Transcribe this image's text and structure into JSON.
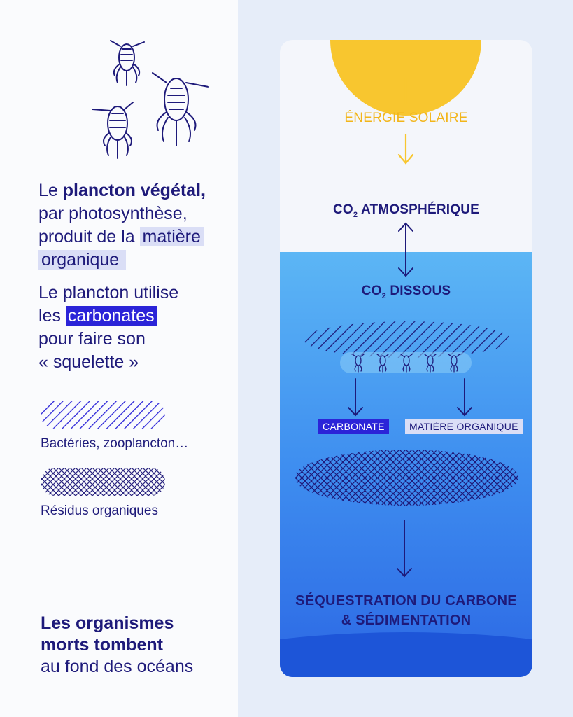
{
  "colors": {
    "dark_blue": "#1e1a7a",
    "highlight_blue": "#2b24d8",
    "highlight_light": "#dadef6",
    "sun": "#f8c62f",
    "ocean_top": "#5cb6f5",
    "ocean_bottom": "#1d55d8"
  },
  "left": {
    "intro": {
      "prefix": "Le ",
      "bold": "plancton végétal,",
      "line2": "par photosynthèse,",
      "line3": "produit de la ",
      "highlight1": "matière",
      "highlight2": "organique"
    },
    "carbonates": {
      "line1": "Le plancton utilise",
      "prefix": "les ",
      "highlight": "carbonates",
      "line3": "pour faire son",
      "line4": "« squelette »"
    },
    "legend": [
      {
        "icon": "diagonal-hatch",
        "label": "Bactéries, zooplancton…"
      },
      {
        "icon": "crosshatch",
        "label": "Résidus organiques"
      }
    ],
    "conclusion": {
      "bold1": "Les organismes",
      "bold2": "morts tombent",
      "line3": "au fond des océans"
    }
  },
  "diagram": {
    "solar_label": "ÉNERGIE SOLAIRE",
    "co2_atm": {
      "prefix": "CO",
      "sub": "2",
      "suffix": " ATMOSPHÉRIQUE"
    },
    "co2_dissolved": {
      "prefix": "CO",
      "sub": "2",
      "suffix": " DISSOUS"
    },
    "tag_carbonate": "CARBONATE",
    "tag_organic": "MATIÈRE ORGANIQUE",
    "sequestration_line1": "SÉQUESTRATION DU CARBONE",
    "sequestration_line2": "& SÉDIMENTATION"
  }
}
